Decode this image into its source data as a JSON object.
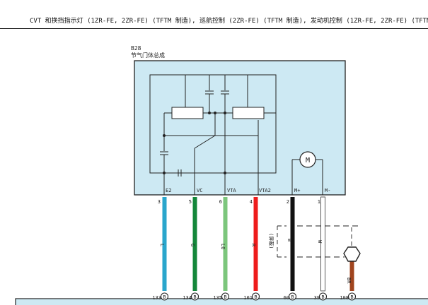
{
  "header": {
    "title": "CVT 和换挡指示灯 (1ZR-FE, 2ZR-FE) (TFTM 制造), 巡航控制 (2ZR-FE) (TFTM 制造), 发动机控制 (1ZR-FE, 2ZR-FE) (TFTM"
  },
  "component": {
    "code": "B28",
    "name": "节气门体总成",
    "motor_symbol": "M"
  },
  "terminal_labels": [
    "E2",
    "VC",
    "VTA",
    "VTA2",
    "M+",
    "M-"
  ],
  "pin_numbers": [
    "3",
    "5",
    "6",
    "4",
    "2",
    "1"
  ],
  "wires": [
    {
      "color_code": "L",
      "hex": "#2aa6cc"
    },
    {
      "color_code": "G",
      "hex": "#14873a"
    },
    {
      "color_code": "LG",
      "hex": "#7cc67c"
    },
    {
      "color_code": "R",
      "hex": "#ee1c1c"
    },
    {
      "color_code": "B",
      "hex": "#111111"
    },
    {
      "color_code": "W",
      "hex": "#ffffff"
    },
    {
      "color_code": "BR",
      "hex": "#a0441e"
    }
  ],
  "shield_label": "(屏蔽)",
  "bottom_pins": [
    {
      "num": "133",
      "letter": "B"
    },
    {
      "num": "134",
      "letter": "B"
    },
    {
      "num": "135",
      "letter": "B"
    },
    {
      "num": "101",
      "letter": "B"
    },
    {
      "num": "60",
      "letter": "B"
    },
    {
      "num": "39",
      "letter": "B"
    },
    {
      "num": "108",
      "letter": "B"
    }
  ],
  "colors": {
    "component_fill": "#cde9f3",
    "ecu_fill": "#cde9f3",
    "line": "#222222"
  }
}
